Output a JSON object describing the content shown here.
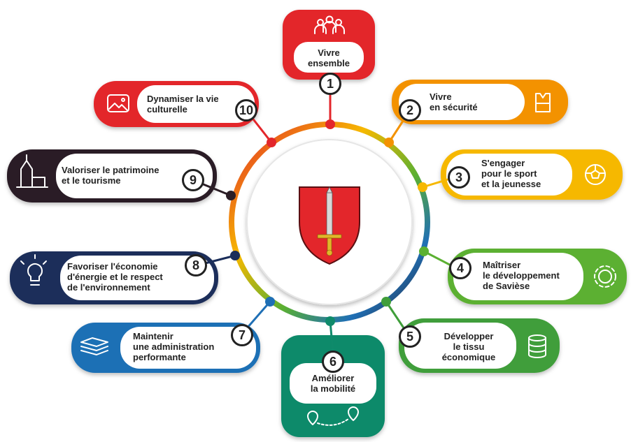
{
  "colors": {
    "red": "#e3262b",
    "orange": "#f39200",
    "yellow": "#f6b800",
    "green": "#5bb031",
    "green_mid": "#3f9e3a",
    "teal": "#0f8a6b",
    "blue": "#1f6fb5",
    "navy": "#1b2e5a",
    "dark": "#2b1e26",
    "maroon": "#6f1d20",
    "shield": "#e3262b"
  },
  "goals": [
    {
      "number": "1",
      "lines": [
        "Vivre",
        "ensemble"
      ],
      "icon": "people-group-icon"
    },
    {
      "number": "2",
      "lines": [
        "Vivre",
        "en sécurité"
      ],
      "icon": "safety-vest-icon"
    },
    {
      "number": "3",
      "lines": [
        "S'engager",
        "pour le sport",
        "et la jeunesse"
      ],
      "icon": "soccer-ball-icon"
    },
    {
      "number": "4",
      "lines": [
        "Maîtriser",
        "le développement",
        "de Savièse"
      ],
      "icon": "gear-icon"
    },
    {
      "number": "5",
      "lines": [
        "Développer",
        "le tissu",
        "économique"
      ],
      "icon": "coins-icon"
    },
    {
      "number": "6",
      "lines": [
        "Améliorer",
        "la mobilité"
      ],
      "icon": "route-icon"
    },
    {
      "number": "7",
      "lines": [
        "Maintenir",
        "une administration",
        "performante"
      ],
      "icon": "documents-icon"
    },
    {
      "number": "8",
      "lines": [
        "Favoriser l'économie",
        "d'énergie et le respect",
        "de l'environnement"
      ],
      "icon": "lightbulb-icon"
    },
    {
      "number": "9",
      "lines": [
        "Valoriser le patrimoine",
        "et le tourisme"
      ],
      "icon": "church-icon"
    },
    {
      "number": "10",
      "lines": [
        "Dynamiser la vie",
        "culturelle"
      ],
      "icon": "picture-icon"
    }
  ]
}
